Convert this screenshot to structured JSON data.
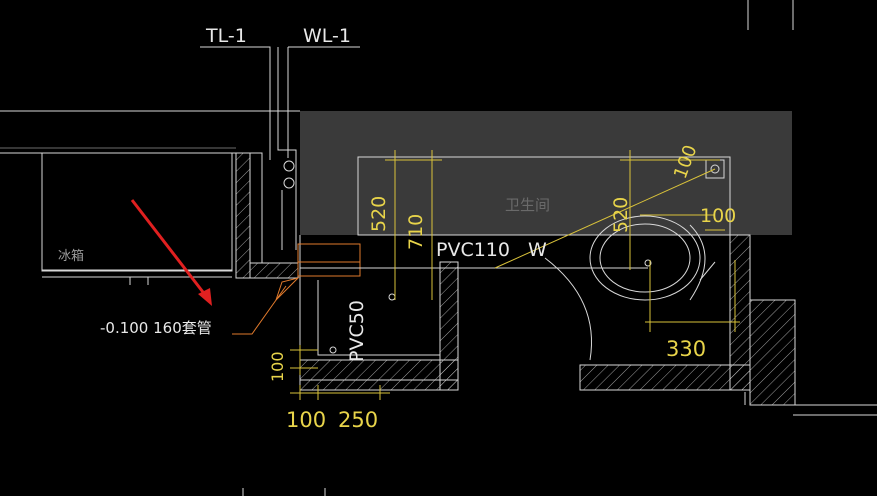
{
  "labels": {
    "tl": "TL-1",
    "wl": "WL-1",
    "fridge": "冰箱",
    "bathroom": "卫生间",
    "pvc110": "PVC110",
    "w": "W",
    "pvc50": "PVC50",
    "sleeve": "-0.100 160套管"
  },
  "dims": {
    "d520_left": "520",
    "d710": "710",
    "d520_right": "520",
    "d100_diag": "100",
    "d100_right": "100",
    "d330": "330",
    "d100_left": "100",
    "d100_bottom": "100",
    "d250": "250"
  },
  "colors": {
    "background": "#000000",
    "wall_fill": "#3a3a3a",
    "line_white": "#d8d8d8",
    "dim_yellow": "#d9c23a",
    "pipe_orange": "#e07a2c",
    "arrow_red": "#e02020"
  }
}
